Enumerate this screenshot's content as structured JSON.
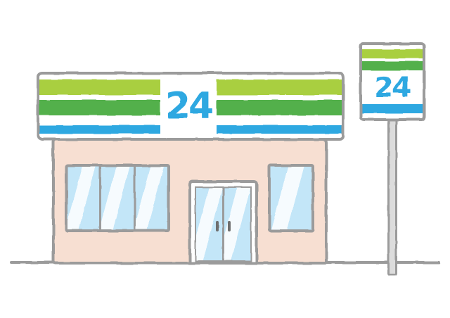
{
  "illustration": {
    "description": "Hand-drawn clip-art of a 24-hour convenience store facade with a striped fascia sign and a matching roadside pole sign"
  },
  "store_sign": {
    "label": "24"
  },
  "pole_sign": {
    "label": "24"
  },
  "colors": {
    "background": "#FFFFFF",
    "light_green": "#A9CF3F",
    "green": "#53B04C",
    "cyan": "#2FA8E1",
    "sign_text": "#2FA8E1",
    "wall": "#F7DFD2",
    "glass": "#C3E6F8",
    "glass_highlight": "rgba(255,255,255,0.85)",
    "outline": "#9B9B9B",
    "pole": "#DCDCDC",
    "ground": "#9B9B9B",
    "handle": "#6E6E6E"
  }
}
